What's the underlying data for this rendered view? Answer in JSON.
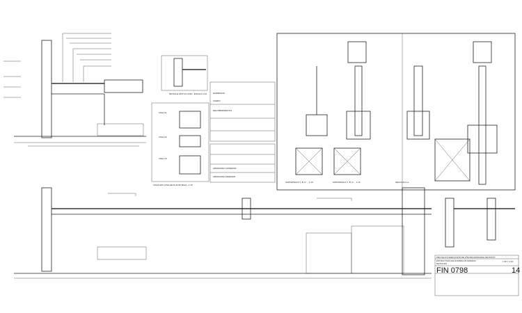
{
  "labels": {
    "detail_support": "DETALLE APOYO LOSA - ESCALA 1:10",
    "beam_v1": "VIGA V1",
    "beam_v2": "VIGA V2",
    "beam_v3": "VIGA V3",
    "beams_title": "VIGAS EN LOSA DE PLANTA BAJA - 1:10",
    "supports_1": "SOPORTES P-7, B, D ... 1:10",
    "supports_2": "SOPORTES P-7, B, D ... 1:10",
    "section_aa": "SECCION A-A",
    "table_1": "HORMIGON",
    "table_2": "ACERO",
    "table_3": "RECUBRIMIENTOS",
    "table_4": "ARMADURA INFERIOR",
    "table_5": "ARMADURA SUPERIOR"
  },
  "title_block": {
    "project": "PROYECTO EJECUCION DE PISCINA MUNICIPAL DE PINTO",
    "subject": "ESTRUCTURA DE HORMIGON ARMADO",
    "subtitle": "DETALLES",
    "scale": "1:20 Y 1:10",
    "drawing_code": "FIN 0798",
    "sheet_number": "14"
  }
}
